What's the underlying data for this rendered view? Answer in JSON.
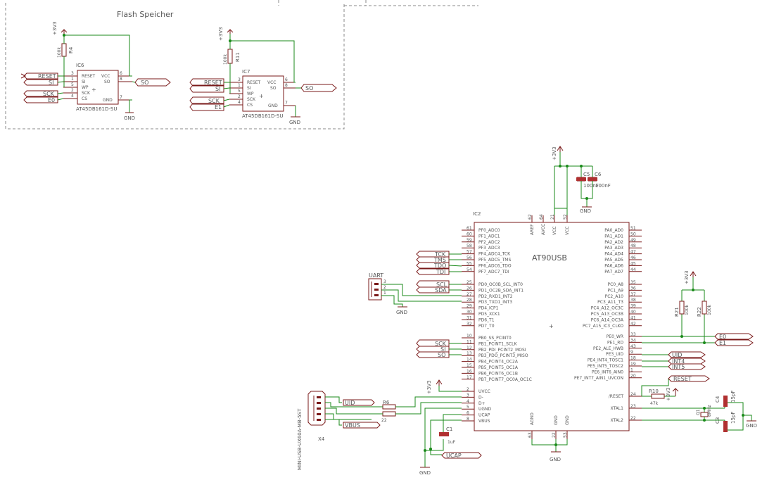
{
  "flash_section": {
    "title": "Flash Speicher"
  },
  "ic6": {
    "name": "IC6",
    "part": "AT45DB161D-SU",
    "left_pins": [
      "RESET",
      "SI",
      "WP",
      "SCK",
      "CS"
    ],
    "left_nums": [
      "3",
      "1",
      "5",
      "2",
      "4"
    ],
    "right_pins": [
      "VCC",
      "SO",
      "GND"
    ],
    "right_nums": [
      "6",
      "8",
      "7"
    ],
    "pullup": {
      "name": "R4",
      "value": "100k",
      "supply": "+3V3"
    },
    "nets_left": [
      "RESET",
      "SI",
      "SCK",
      "E0"
    ],
    "net_right": "SO",
    "gnd": "GND"
  },
  "ic7": {
    "name": "IC7",
    "part": "AT45DB161D-SU",
    "left_pins": [
      "RESET",
      "SI",
      "WP",
      "SCK",
      "CS"
    ],
    "left_nums": [
      "3",
      "1",
      "5",
      "2",
      "4"
    ],
    "right_pins": [
      "VCC",
      "SO",
      "GND"
    ],
    "right_nums": [
      "6",
      "8",
      "7"
    ],
    "pullup": {
      "name": "R11",
      "value": "100k",
      "supply": "+3V3"
    },
    "nets_left": [
      "RESET",
      "SI",
      "SCK",
      "E1"
    ],
    "net_right": "SO",
    "gnd": "GND"
  },
  "supply_top": {
    "label": "+3V3",
    "c5": "C5",
    "c6": "C6",
    "c5_val": "100nF",
    "c6_val": "100nF",
    "gnd": "GND"
  },
  "ic2": {
    "name": "IC2",
    "part": "AT90USB",
    "left_pins": [
      "PF0_ADC0",
      "PF1_ADC1",
      "PF2_ADC2",
      "PF3_ADC3",
      "PF4_ADC4_TCK",
      "PF5_ADC5_TMS",
      "PF6_ADC6_TDO",
      "PF7_ADC7_TDI",
      "PD0_OC0B_SCL_INT0",
      "PD1_OC2B_SDA_INT1",
      "PD2_RXD1_INT2",
      "PD3_TXD1_INT3",
      "PD4_ICP1",
      "PD5_XCK1",
      "PD6_T1",
      "PD7_T0",
      "PB0_SS_PCINT0",
      "PB1_PCINT1_SCLK",
      "PB2_PDI_PCINT2_MOSI",
      "PB3_PDO_PCINT3_MISO",
      "PB4_PCINT4_OC2A",
      "PB5_PCINT5_OC1A",
      "PB6_PCINT6_OC1B",
      "PB7_PCINT7_OC0A_OC1C",
      "UVCC",
      "D-",
      "D+",
      "UGND",
      "UCAP",
      "VBUS"
    ],
    "left_nums": [
      "61",
      "60",
      "59",
      "58",
      "57",
      "56",
      "55",
      "54",
      "25",
      "26",
      "27",
      "28",
      "29",
      "30",
      "31",
      "32",
      "10",
      "11",
      "12",
      "13",
      "14",
      "15",
      "16",
      "17",
      "2",
      "3",
      "4",
      "5",
      "6",
      "8"
    ],
    "right_pins": [
      "PA0_AD0",
      "PA1_AD1",
      "PA2_AD2",
      "PA3_AD3",
      "PA4_AD4",
      "PA5_AD5",
      "PA6_AD6",
      "PA7_AD7",
      "PC0_A8",
      "PC1_A9",
      "PC2_A10",
      "PC3_A11_T3",
      "PC4_A12_OC3C",
      "PC5_A13_OC3B",
      "PC6_A14_OC3A",
      "PC7_A15_IC3_CLKO",
      "PE0_WR",
      "PE1_RD",
      "PE2_ALE_HWB",
      "PE3_UID",
      "PE4_INT4_TOSC1",
      "PE5_INT5_TOSC2",
      "PE6_INT6_AIN0",
      "PE7_INT7_AIN1_UVCON",
      "/RESET",
      "XTAL1",
      "XTAL2"
    ],
    "right_nums": [
      "51",
      "50",
      "49",
      "48",
      "47",
      "46",
      "45",
      "44",
      "35",
      "36",
      "37",
      "38",
      "39",
      "40",
      "41",
      "42",
      "33",
      "34",
      "43",
      "9",
      "18",
      "19",
      "1",
      "20",
      "24",
      "23",
      "22"
    ],
    "top_pins": [
      "AREF",
      "AVCC",
      "VCC",
      "VCC"
    ],
    "top_nums": [
      "62",
      "64",
      "21",
      "52"
    ],
    "bottom_pins": [
      "AGND",
      "GND",
      "GND"
    ],
    "bottom_nums": [
      "63",
      "22",
      "53"
    ]
  },
  "jtag_nets": [
    "TCK",
    "TMS",
    "TDO",
    "TDI"
  ],
  "i2c_nets": [
    "SCL",
    "SDA"
  ],
  "spi_nets": [
    "SCK",
    "SI",
    "SO"
  ],
  "uart": {
    "name": "UART",
    "pins": [
      "3",
      "2",
      "1"
    ],
    "gnd": "GND"
  },
  "pe_nets": [
    "E0",
    "E1"
  ],
  "pull_right": {
    "supply": "+3V3",
    "r21": "R21",
    "r22": "R22",
    "value": "100k"
  },
  "pe_right_nets": [
    "UID",
    "INT4",
    "INT5"
  ],
  "reset_block": {
    "net": "RESET",
    "r10": "R10",
    "r10_val": "47k",
    "supply": "+3V3"
  },
  "crystal": {
    "q": "Q1",
    "freq": "8MHz",
    "c4": "C4",
    "c3": "C3",
    "c_val": "15pF",
    "gnd": "GND"
  },
  "usb": {
    "name": "X4",
    "part": "MINI-USB-UX60A-MB-5ST",
    "nets": [
      "UID",
      "VBUS"
    ],
    "r6": "R6",
    "r6_val": "22",
    "supply": "+3V3",
    "c1": "C1",
    "c1_val": "1uF",
    "ucap_net": "UCAP",
    "gnd": "GND"
  },
  "bottom_gnd": "GND"
}
